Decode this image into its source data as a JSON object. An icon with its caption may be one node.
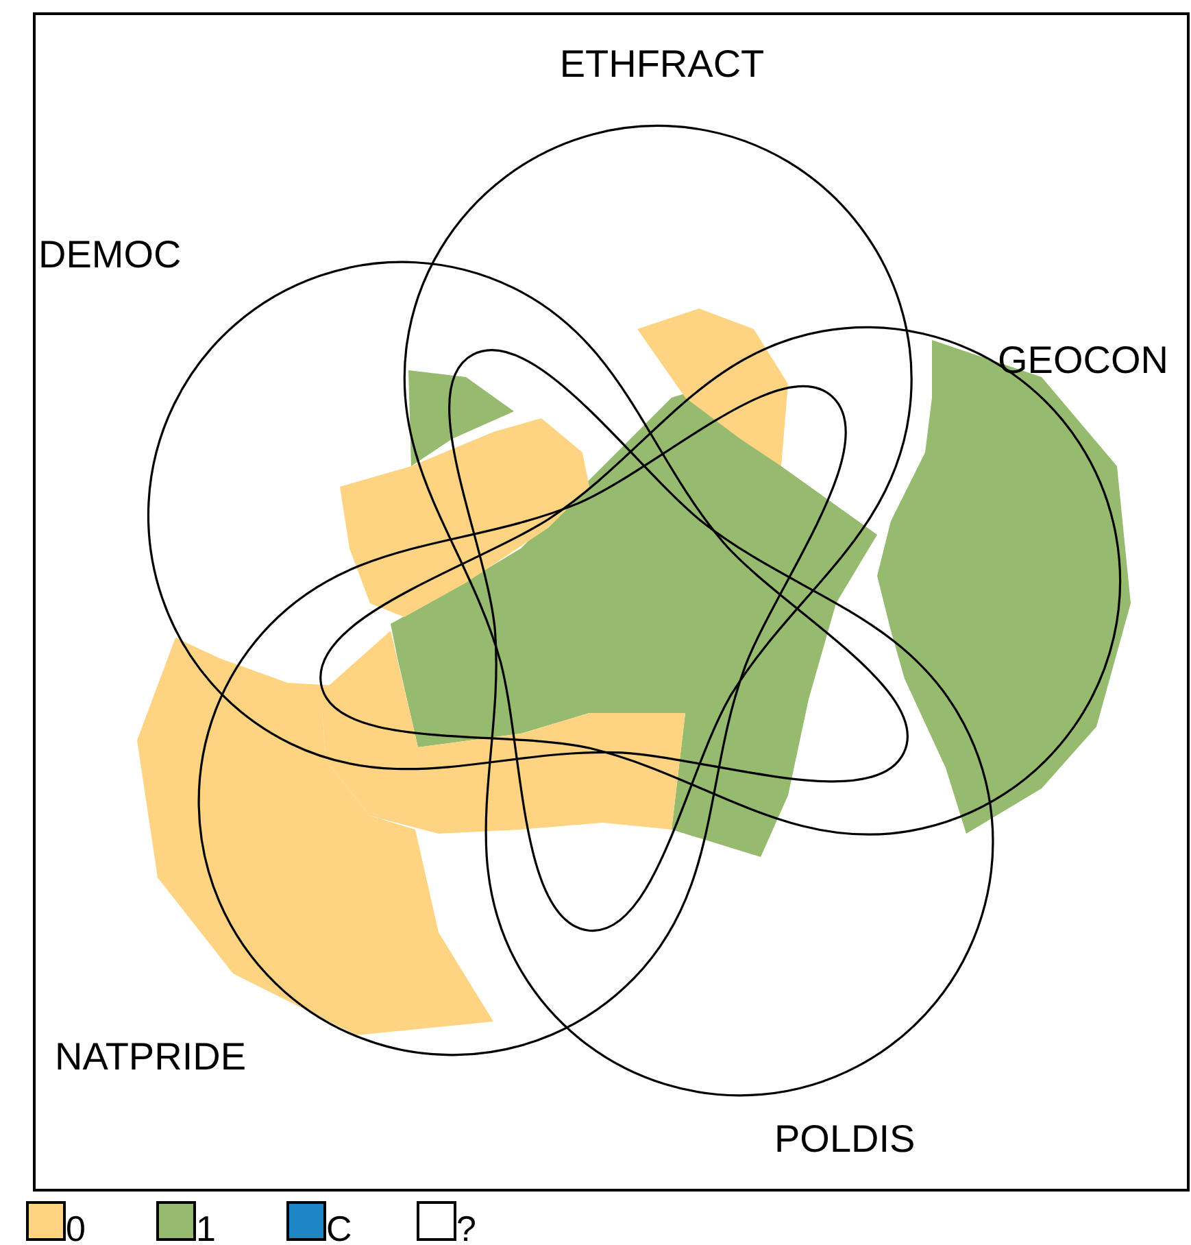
{
  "diagram": {
    "nodes": [
      {
        "text": [
          "ETHFRACT"
        ]
      },
      {
        "text": [
          "DEMOC"
        ]
      },
      {
        "text": [
          "GEOCON"
        ]
      },
      {
        "text": [
          "NATPRIDE"
        ]
      },
      {
        "text": [
          "POLDIS"
        ]
      }
    ],
    "legend": [
      {
        "text": "0",
        "color": "#fed482"
      },
      {
        "text": "1",
        "color": "#96ba6e"
      },
      {
        "text": "C",
        "color": "#1f86c6"
      },
      {
        "text": "?",
        "color": "#ffffff"
      }
    ]
  }
}
